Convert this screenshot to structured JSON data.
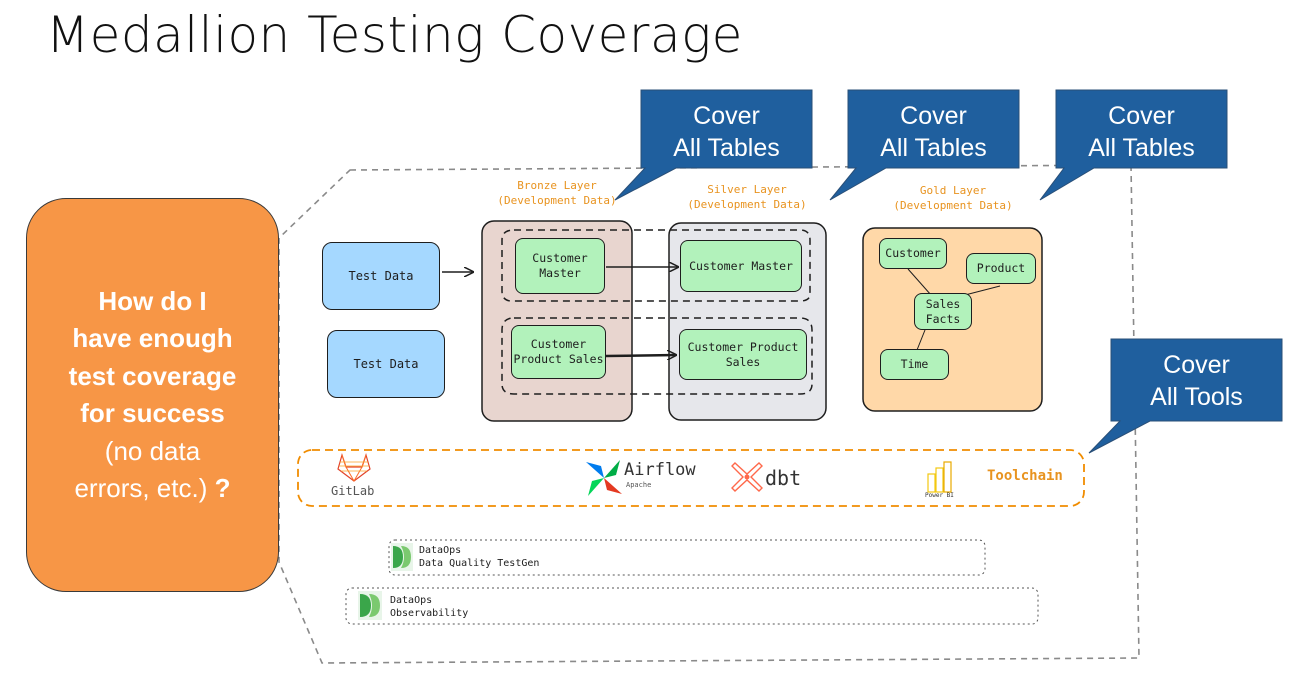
{
  "title": "Medallion Testing Coverage",
  "question": {
    "line1": "How do I",
    "line2": "have enough",
    "line3": "test coverage",
    "line4": "for success",
    "line5": "(no data",
    "line6": "errors, etc.)",
    "mark": "?",
    "color": "#f79646"
  },
  "callouts": {
    "bronze": "Cover\nAll Tables",
    "silver": "Cover\nAll Tables",
    "gold": "Cover\nAll Tables",
    "tools": "Cover\nAll Tools",
    "color": "#1f5f9e"
  },
  "layers": {
    "bronze_label": "Bronze Layer\n(Development Data)",
    "silver_label": "Silver Layer\n(Development Data)",
    "gold_label": "Gold Layer\n(Development Data)"
  },
  "test_data": [
    "Test Data",
    "Test Data"
  ],
  "bronze_tables": [
    "Customer\nMaster",
    "Customer\nProduct Sales"
  ],
  "silver_tables": [
    "Customer Master",
    "Customer Product\nSales"
  ],
  "gold_tables": {
    "customer": "Customer",
    "product": "Product",
    "sales_facts": "Sales\nFacts",
    "time": "Time"
  },
  "toolchain": {
    "gitlab": "GitLab",
    "airflow": "Airflow",
    "airflow_sub": "Apache",
    "dbt": "dbt",
    "powerbi": "Power BI",
    "label": "Toolchain"
  },
  "dataops": {
    "testgen_line1": "DataOps",
    "testgen_line2": "Data Quality TestGen",
    "observability_line1": "DataOps",
    "observability_line2": "Observability"
  }
}
